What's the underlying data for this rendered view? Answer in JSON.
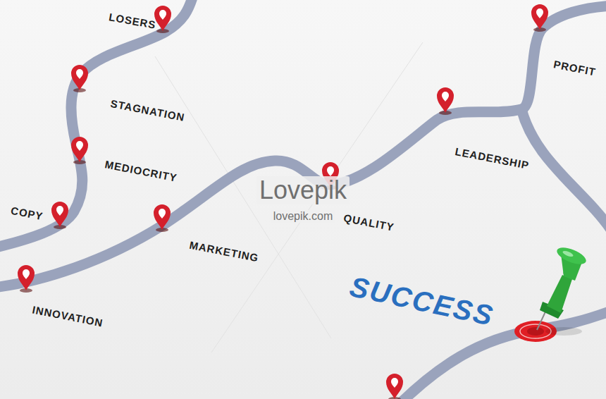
{
  "diagram": {
    "labels": [
      "LOSERS",
      "STAGNATION",
      "MEDIOCRITY",
      "COPY",
      "INNOVATION",
      "MARKETING",
      "QUALITY",
      "LEADERSHIP",
      "PROFIT",
      "SUCCESS",
      "Lovepik",
      "lovepik.com"
    ]
  }
}
